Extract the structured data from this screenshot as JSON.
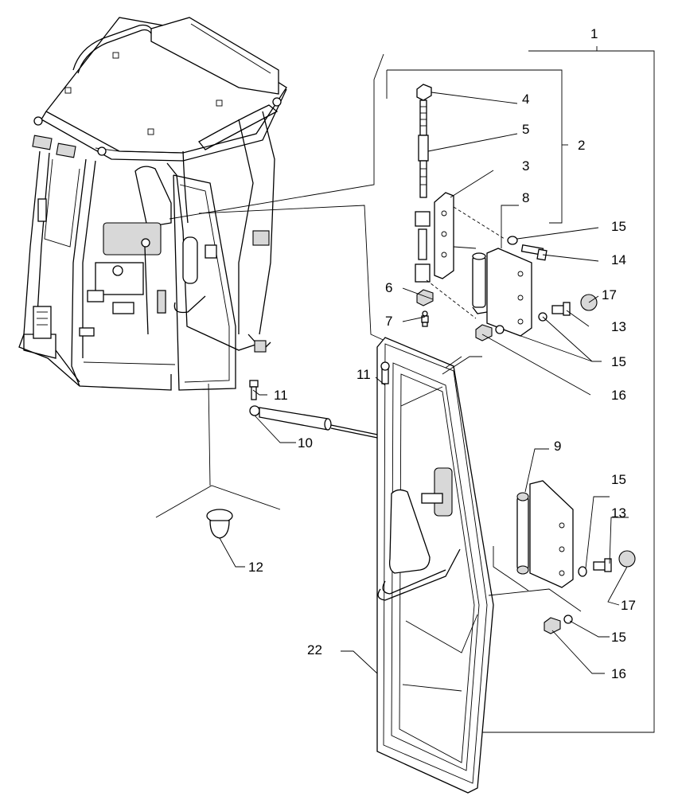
{
  "diagram": {
    "callouts": [
      {
        "id": "c1",
        "label": "1"
      },
      {
        "id": "c2",
        "label": "2"
      },
      {
        "id": "c3",
        "label": "3"
      },
      {
        "id": "c4",
        "label": "4"
      },
      {
        "id": "c5",
        "label": "5"
      },
      {
        "id": "c6",
        "label": "6"
      },
      {
        "id": "c7",
        "label": "7"
      },
      {
        "id": "c8",
        "label": "8"
      },
      {
        "id": "c9",
        "label": "9"
      },
      {
        "id": "c10",
        "label": "10"
      },
      {
        "id": "c11a",
        "label": "11"
      },
      {
        "id": "c11b",
        "label": "11"
      },
      {
        "id": "c12",
        "label": "12"
      },
      {
        "id": "c13a",
        "label": "13"
      },
      {
        "id": "c13b",
        "label": "13"
      },
      {
        "id": "c14",
        "label": "14"
      },
      {
        "id": "c15a",
        "label": "15"
      },
      {
        "id": "c15b",
        "label": "15"
      },
      {
        "id": "c15c",
        "label": "15"
      },
      {
        "id": "c15d",
        "label": "15"
      },
      {
        "id": "c16a",
        "label": "16"
      },
      {
        "id": "c16b",
        "label": "16"
      },
      {
        "id": "c17a",
        "label": "17"
      },
      {
        "id": "c17b",
        "label": "17"
      },
      {
        "id": "c22",
        "label": "22"
      }
    ]
  }
}
